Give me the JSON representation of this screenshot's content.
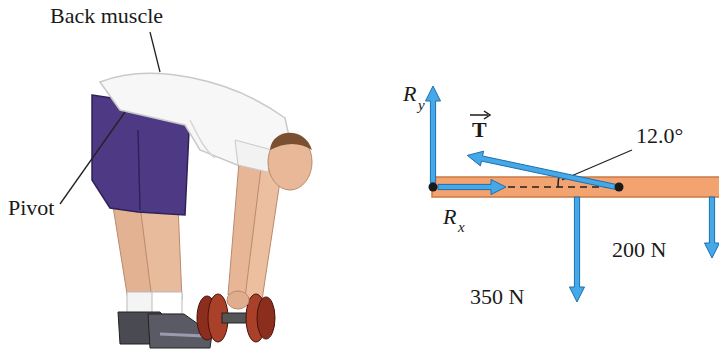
{
  "diagram": {
    "labels": [
      "Back muscle",
      "Pivot",
      "R",
      "y",
      "T",
      "R",
      "x",
      "12.0°",
      "200 N",
      "350 N"
    ]
  }
}
